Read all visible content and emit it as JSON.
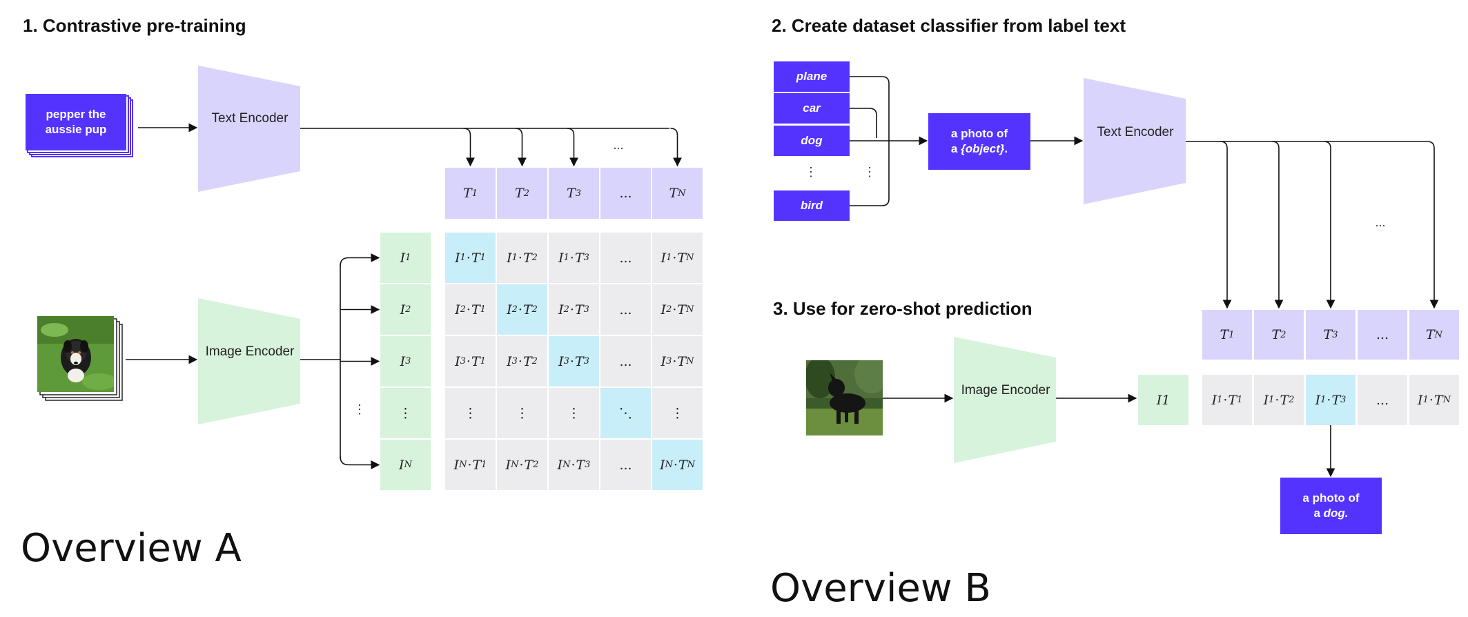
{
  "section1": {
    "title": "1. Contrastive pre-training",
    "caption_text": "pepper the aussie pup",
    "text_encoder": "Text Encoder",
    "image_encoder": "Image Encoder",
    "text_features": [
      "T1",
      "T2",
      "T3",
      "...",
      "TN"
    ],
    "image_features": [
      "I1",
      "I2",
      "I3",
      "⋮",
      "IN"
    ],
    "matrix": [
      [
        "I1·T1",
        "I1·T2",
        "I1·T3",
        "...",
        "I1·TN"
      ],
      [
        "I2·T1",
        "I2·T2",
        "I2·T3",
        "...",
        "I2·TN"
      ],
      [
        "I3·T1",
        "I3·T2",
        "I3·T3",
        "...",
        "I3·TN"
      ],
      [
        "⋮",
        "⋮",
        "⋮",
        "⋱",
        "⋮"
      ],
      [
        "IN·T1",
        "IN·T2",
        "IN·T3",
        "...",
        "IN·TN"
      ]
    ],
    "top_ellipsis": "...",
    "side_ellipsis": "⋮",
    "overview_label": "Overview A"
  },
  "section2": {
    "title": "2. Create dataset classifier from label text",
    "labels": [
      "plane",
      "car",
      "dog",
      "bird"
    ],
    "vdots": "⋮",
    "template_line1": "a photo of",
    "template_line2_prefix": "a ",
    "template_object": "{object}",
    "template_suffix": ".",
    "text_encoder": "Text Encoder",
    "ellipsis": "..."
  },
  "section3": {
    "title": "3. Use for zero-shot prediction",
    "image_encoder": "Image Encoder",
    "image_feature": "I1",
    "text_features": [
      "T1",
      "T2",
      "T3",
      "...",
      "TN"
    ],
    "scores": [
      "I1·T1",
      "I1·T2",
      "I1·T3",
      "...",
      "I1·TN"
    ],
    "result_line1": "a photo of",
    "result_line2_prefix": "a ",
    "result_object": "dog.",
    "overview_label": "Overview B"
  },
  "colors": {
    "brand_purple": "#5533ff",
    "encoder_text": "#d9d4fc",
    "encoder_image": "#d8f3dc",
    "text_feature_cell": "#d9d4fc",
    "image_feature_cell": "#d8f3dc",
    "grey_cell": "#ececee",
    "highlight_cell": "#c8eef9"
  }
}
